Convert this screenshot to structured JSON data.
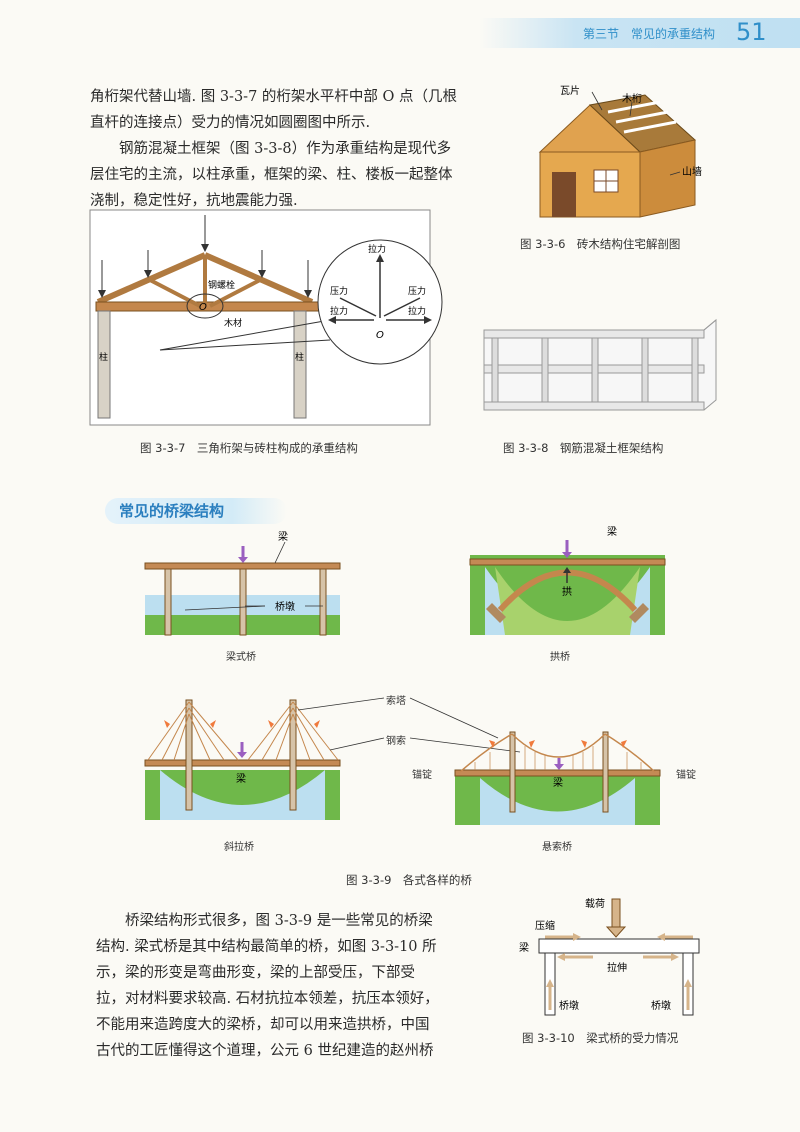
{
  "header": {
    "section": "第三节　常见的承重结构",
    "page_number": "51"
  },
  "paragraphs": {
    "p1_line1": "角桁架代替山墙. 图 3-3-7 的桁架水平杆中部 O 点（几根",
    "p1_line2": "直杆的连接点）受力的情况如圆圈图中所示.",
    "p2_line1": "　　钢筋混凝土框架（图 3-3-8）作为承重结构是现代多",
    "p2_line2": "层住宅的主流，以柱承重，框架的梁、柱、楼板一起整体",
    "p2_line3": "浇制，稳定性好，抗地震能力强.",
    "p3_line1": "　　桥梁结构形式很多，图 3-3-9 是一些常见的桥梁",
    "p3_line2": "结构. 梁式桥是其中结构最简单的桥，如图 3-3-10 所",
    "p3_line3": "示，梁的形变是弯曲形变，梁的上部受压，下部受",
    "p3_line4": "拉，对材料要求较高. 石材抗拉本领差，抗压本领好，",
    "p3_line5": "不能用来造跨度大的梁桥，却可以用来造拱桥，中国",
    "p3_line6": "古代的工匠懂得这个道理，公元 6 世纪建造的赵州桥"
  },
  "fig336": {
    "caption": "图 3-3-6　砖木结构住宅解剖图",
    "labels": {
      "tile": "瓦片",
      "purlin": "木桁",
      "gable": "山墙"
    }
  },
  "fig337": {
    "caption": "图 3-3-7　三角桁架与砖柱构成的承重结构",
    "labels": {
      "steel_bolt": "钢螺栓",
      "wood": "木材",
      "column_left": "柱",
      "column_right": "柱",
      "point_o": "O",
      "tension_top": "拉力",
      "pressure_left": "压力",
      "pressure_right": "压力",
      "tension_left": "拉力",
      "tension_right": "拉力",
      "circle_o": "O"
    }
  },
  "fig338": {
    "caption": "图 3-3-8　钢筋混凝土框架结构"
  },
  "section_title": "常见的桥梁结构",
  "fig339": {
    "caption": "图 3-3-9　各式各样的桥",
    "beam_bridge": {
      "name": "梁式桥",
      "beam": "梁",
      "pier": "桥墩"
    },
    "arch_bridge": {
      "name": "拱桥",
      "beam": "梁",
      "arch": "拱"
    },
    "cable_stayed": {
      "name": "斜拉桥",
      "beam": "梁"
    },
    "suspension": {
      "name": "悬索桥",
      "beam": "梁",
      "anchor_left": "锚锭",
      "anchor_right": "锚锭"
    },
    "shared": {
      "tower": "索塔",
      "cable": "钢索"
    }
  },
  "fig3310": {
    "caption": "图 3-3-10　梁式桥的受力情况",
    "labels": {
      "load": "载荷",
      "compress": "压缩",
      "beam": "梁",
      "tension": "拉伸",
      "pier_left": "桥墩",
      "pier_right": "桥墩"
    }
  },
  "colors": {
    "accent": "#2f8fc9",
    "wood": "#c98a4e",
    "brick": "#d9a24a",
    "water": "#bcdff0",
    "grass": "#6fb84a",
    "arrow_orange": "#f07a3c",
    "arrow_purple": "#9a5fc0"
  }
}
